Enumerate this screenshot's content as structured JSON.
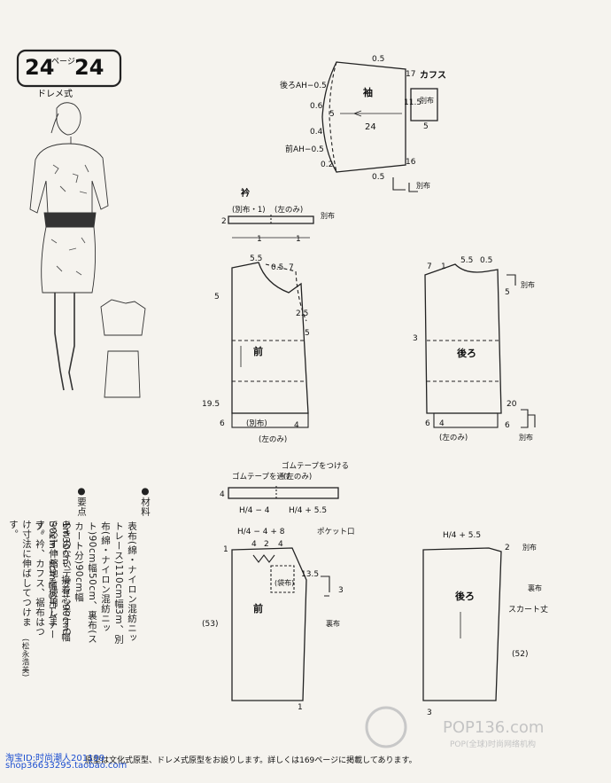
{
  "header": {
    "page_left": "24",
    "page_unit": "ページ",
    "page_right": "24",
    "subtitle": "ドレメ式"
  },
  "sleeve": {
    "title": "袖",
    "cuff_title": "カフス",
    "back_ah": "後ろAH−0.5",
    "front_ah": "前AH−0.5",
    "m05a": "0.5",
    "m05b": "0.5",
    "m06": "0.6",
    "m04": "0.4",
    "m02": "0.2",
    "m5": "5",
    "m24": "24",
    "m17": "17",
    "m16": "16",
    "cuff_115": "11.5",
    "cuff_5": "5",
    "cuff_fabric": "別布",
    "separate": "別布"
  },
  "collar": {
    "title": "衿",
    "fabric_note": "(別布・1)",
    "left_note": "(左のみ)",
    "m2": "2",
    "m1a": "1",
    "m1b": "1",
    "side": "別布"
  },
  "front_bodice": {
    "label": "前",
    "m55": "5.5",
    "m05": "0.5",
    "m7": "7",
    "m5": "5",
    "m25": "2.5",
    "m5b": "5",
    "m195": "19.5",
    "m6": "6",
    "m4": "4",
    "fabric": "(別布)",
    "left_only": "(左のみ)"
  },
  "back_bodice": {
    "label": "後ろ",
    "m7": "7",
    "m1": "1",
    "m55": "5.5",
    "m05": "0.5",
    "m5": "5",
    "m3": "3",
    "m20": "20",
    "m6a": "6",
    "m4": "4",
    "m6": "6",
    "fabric": "別布",
    "left_only": "(左のみ)",
    "bottom_fabric": "別布"
  },
  "waistband": {
    "gum_through": "ゴムテープを通す",
    "gum_attach": "ゴムテープをつける",
    "left_only": "(左のみ)",
    "m4": "4",
    "h_minus": "H/4 − 4",
    "h_plus": "H/4 + 5.5"
  },
  "front_skirt": {
    "label": "前",
    "top_formula": "H/4 − 4 + 8",
    "m1": "1",
    "m4a": "4",
    "m2": "2",
    "m4b": "4",
    "pocket": "ポケット口",
    "bag": "(袋布)",
    "m135": "13.5",
    "m53": "(53)",
    "m3": "3",
    "lining": "裏布",
    "m1b": "1"
  },
  "back_skirt": {
    "label": "後ろ",
    "top_formula": "H/4 + 5.5",
    "m2": "2",
    "side_fabric": "別布",
    "lining": "裏布",
    "length_label": "スカート丈",
    "length_value": "(52)",
    "m3": "3"
  },
  "instructions": {
    "materials_title": "●材料",
    "materials_body": "表布(綿・ナイロン混紡ニットレース)110cm幅3m、別布(綿・ナイロン混紡ニット)90cm幅50cm、裏布(スカート分)90cm幅1m30cm、接着芯90cm幅30cm、4cm幅のゴムテープ。",
    "points_title": "●要点",
    "points_body": "あきのないデザインですので必ず伸縮地を使用します。衿、カフス、裾布はつけ寸法に伸ばしてつけます。",
    "author": "(松永浩美)"
  },
  "footer": {
    "note": "原型は文化式原型、ドレメ式原型をお設りします。詳しくは169ページに掲載してあります。",
    "watermark_line1": "淘宝ID:时尚潮人201199",
    "watermark_line2": "shop36633295.taobao.com",
    "logo_text": "POP136.com",
    "logo_sub": "POP(全球)时尚网络机构"
  }
}
